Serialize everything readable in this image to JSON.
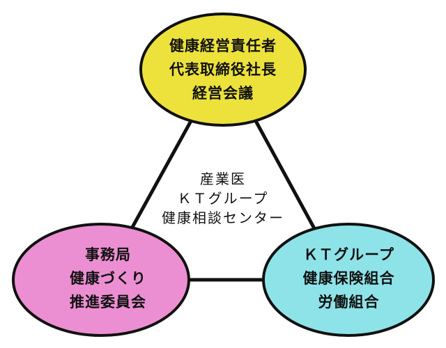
{
  "nodes": {
    "top": {
      "lines": [
        "健康経営責任者",
        "代表取締役社長",
        "経営会議"
      ],
      "fill": "#ede23b"
    },
    "left": {
      "lines": [
        "事務局",
        "健康づくり",
        "推進委員会"
      ],
      "fill": "#ec8fd2"
    },
    "right": {
      "lines": [
        "ＫＴグループ",
        "健康保険組合",
        "労働組合"
      ],
      "fill": "#8ee3e8"
    }
  },
  "center": {
    "lines": [
      "産業医",
      "ＫＴグループ",
      "健康相談センター"
    ]
  },
  "colors": {
    "stroke": "#111111",
    "background": "#ffffff"
  }
}
